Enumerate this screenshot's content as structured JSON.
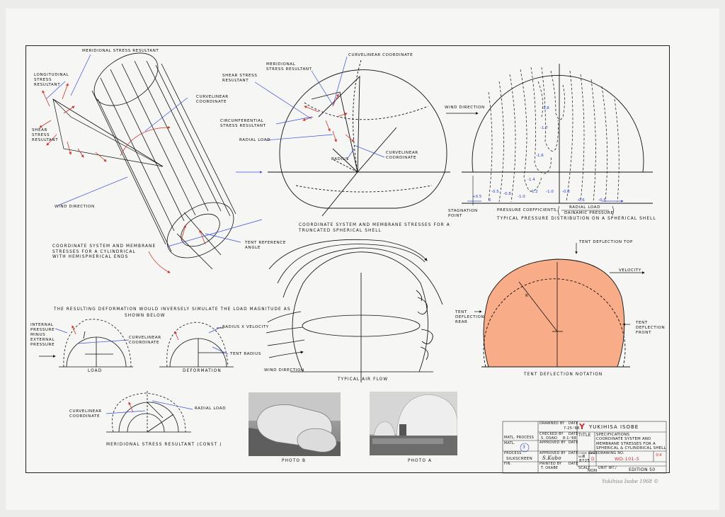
{
  "colors": {
    "red_arrow": "#c8352b",
    "blue_line": "#3850d8",
    "deflection_fill": "#f9ac88",
    "ink": "#111111"
  },
  "labels": {
    "meridional_stress_resultant": "MERIDIONAL  STRESS  RESULTANT",
    "longitudinal_stress_resultant": "LONGITUDINAL\nSTRESS\nRESULTANT",
    "shear_stress_resultant_left": "SHEAR\nSTRESS\nRESULTANT",
    "curvilinear_coordinate_cyl": "CURVELINEAR\nCOORDINATE",
    "wind_direction_left": "WIND  DIRECTION",
    "tent_reference_angle": "TENT  REFERENCE\nANGLE",
    "cylinder_caption": "COORDINATE  SYSTEM  AND  MEMBRANE\nSTRESSES  FOR  A  CYLINDRICAL\nWITH  HEMISPHERICAL  ENDS",
    "meridional_sphere": "MERIDIONAL\nSTRESS  RESULTANT",
    "shear_sphere": "SHEAR  STRESS\nRESULTANT",
    "curvilinear_top": "CURVELINEAR  COORDINATE",
    "circumferential": "CIRCUMFERENTIAL\nSTRESS  RESULTANT",
    "radial_load_sphere": "RADIAL  LOAD",
    "radius": "RADIUS",
    "curvilinear_sphere": "CURVELINEAR\nCOORDINATE",
    "sphere_caption": "COORDINATE  SYSTEM  AND  MEMBRANE  STRESSES  FOR  A\nTRUNCATED  SPHERICAL  SHELL",
    "wind_direction_right": "WIND  DIRECTION",
    "stagnation_point": "STAGNATION\nPOINT",
    "pressure_coefficients": "PRESSURE  COEFFICIENTS,",
    "radial_load_frac": "RADIAL   LOAD",
    "dynamic_pressure": "DAINAMIC   PRESSURE",
    "pressure_caption": "TYPICAL  PRESSURE  DISTRIBUTION  ON  A  SPHERICAL  SHELL",
    "deformation_intro": "THE  RESULTING  DEFORMATION  WOULD  INVERSELY  SIMULATE  THE  LOAD  MAGNITUDE  AS",
    "shown_below": "SHOWN  BELOW",
    "internal_pressure": "INTERNAL\nPRESSURE\nMINUS\nEXTERNAL\nPRESSURE",
    "curvilinear_load": "CURVELINEAR\nCOORDINATE",
    "load": "LOAD",
    "radius_velocity": "RADIUS  X  VELOCITY",
    "tent_radius": "TENT  RADIUS",
    "deformation": "DEFORMATION",
    "wind_direction_flow": "WIND  DIRECTION",
    "typical_air_flow": "TYPICAL  AIR  FLOW",
    "tent_deflection_top": "TENT  DEFLECTION  TOP",
    "velocity": "VELOCITY",
    "tent_deflection_rear": "TENT\nDEFLECTION\nREAR",
    "tent_deflection_front": "TENT\nDEFLECTION\nFRONT",
    "r": "R",
    "tent_deflection_notation": "TENT   DEFLECTION  NOTATION",
    "curvilinear_bottom": "CURVELINEAR\nCOORDINATE",
    "radial_load_bottom": "RADIAL  LOAD",
    "meridional_const": "MERIDIONAL  STRESS  RESULTANT (CONST )",
    "photo_b": "PHOTO   B",
    "photo_a": "PHOTO   A"
  },
  "pressure_values": [
    "-1.8",
    "-1.7",
    "-1.6",
    "-1.4",
    "-1.2",
    "-1.0",
    "-0.8",
    "-0.6",
    "-0.5",
    "+0.5",
    "0",
    "-0.5",
    "-0.8",
    "-1.0"
  ],
  "title_block": {
    "drawn_by": "DRAWNED BY",
    "drawn_date_label": "DATE",
    "drawn_date": "7-25-'68",
    "checked_by": "CHECKED BY",
    "checked_date_label": "DATE",
    "checker": "S. OSAKI",
    "checked_date": "8-1-'68",
    "approved_by": "APPROVED BY",
    "approved_date_label": "DATE",
    "matl_process": "MATL. PROCESS",
    "matl": "MATL.",
    "matl_value": "3",
    "process": "PROCESS",
    "process_value": "SILKSCREEN",
    "approved_by2": "APPROVED BY",
    "approved_date2": "DATE",
    "approver_sig": "S.Kubo",
    "fin": "FIN.",
    "printed_by": "PRINTED BY",
    "printed_date": "DATE",
    "printer": "T. OKABE",
    "logo": "Y",
    "company": "YUKIHISA   ISOBE",
    "title_label": "TITLE",
    "title": "SPECIFICATIONS\nCOORDINATE  SYSTEM   AND\nMEMBRANE  STRESSES  FOR  A\nSPHERICAL & CYLINDRICAL SHELL",
    "code_ident_label": "CODE IDENT\nNO.",
    "code_ident": "8725",
    "code_mark": "Ⅲ",
    "size_label": "SIZE",
    "size": "D",
    "drawing_no_label": "DRAWING NO.",
    "drawing_no": "WD-101-5",
    "sheet_mark": "3/4",
    "scale_label": "SCALE",
    "scale": "NON",
    "unit_label": "UNIT WT./",
    "edition": "EDITION  50"
  },
  "signature": "Yukihisa Isobe  1968 ©"
}
